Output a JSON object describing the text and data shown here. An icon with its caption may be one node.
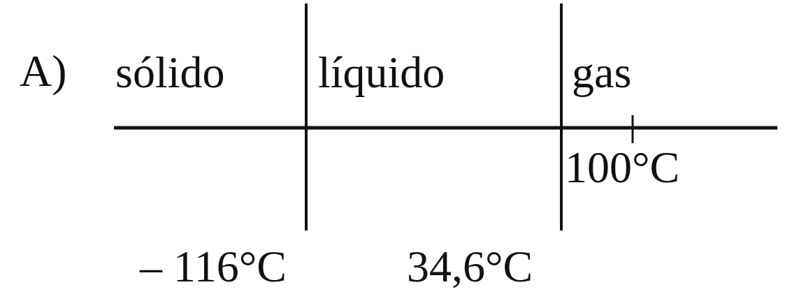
{
  "diagram": {
    "labels": [
      "A)",
      "sólido",
      "líquido",
      "gas",
      "100°C",
      "– 116°C",
      "34,6°C"
    ]
  }
}
